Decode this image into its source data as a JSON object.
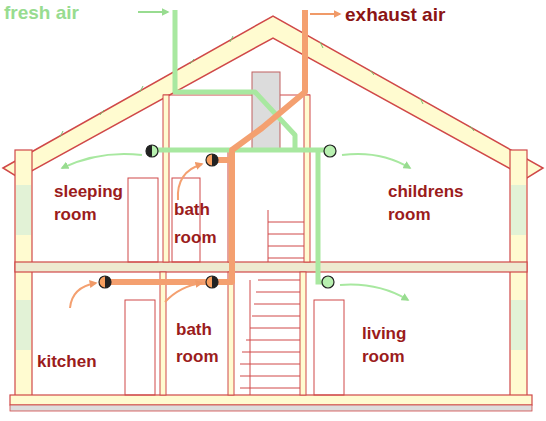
{
  "diagram": {
    "nodes": [
      {
        "text": [
          "sleeping room"
        ]
      },
      {
        "text": [
          "bath room"
        ]
      },
      {
        "text": [
          "childrens room"
        ]
      },
      {
        "text": [
          "kitchen"
        ]
      },
      {
        "text": [
          "bath room"
        ]
      },
      {
        "text": [
          "living room"
        ]
      }
    ],
    "labels": [
      "fresh air",
      "exhaust air"
    ]
  }
}
